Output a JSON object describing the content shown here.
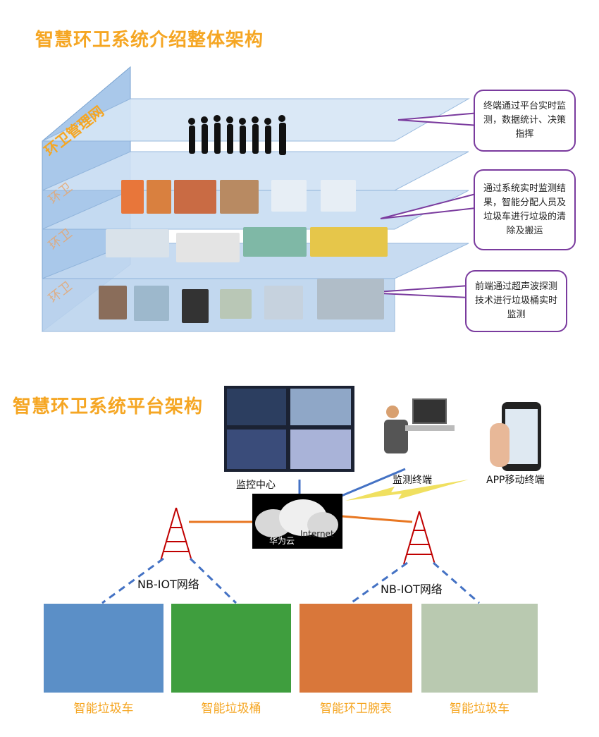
{
  "section1": {
    "title": "智慧环卫系统介绍整体架构",
    "layer_label_top": "环卫管理网",
    "callouts": [
      "终端通过平台实时监测，数据统计、决策指挥",
      "通过系统实时监测结果，智能分配人员及垃圾车进行垃圾的清除及搬运",
      "前端通过超声波探测技术进行垃圾桶实时监测"
    ]
  },
  "section2": {
    "title": "智慧环卫系统平台架构",
    "monitor_center": "监控中心",
    "monitor_terminal": "监测终端",
    "app_terminal": "APP移动终端",
    "cloud_label": "华为云",
    "internet_label": "Internet",
    "nbiot_left": "NB-IOT网络",
    "nbiot_right": "NB-IOT网络",
    "devices": [
      "智能垃圾车",
      "智能垃圾桶",
      "智能环卫腕表",
      "智能垃圾车"
    ]
  },
  "colors": {
    "accent": "#f5a623",
    "callout_border": "#7a3b9e",
    "layer": "#bcd6f0"
  }
}
